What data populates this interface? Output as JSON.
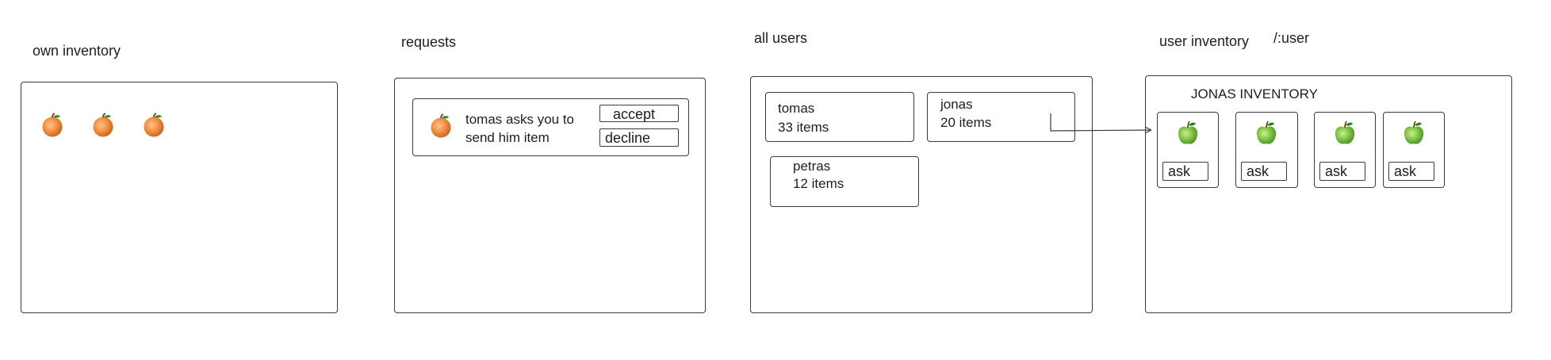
{
  "sections": {
    "own_inventory": {
      "label": "own inventory"
    },
    "requests": {
      "label": "requests",
      "request": {
        "line1": "tomas asks you to",
        "line2": "send him item",
        "accept": "accept",
        "decline": "decline",
        "item_icon": "orange-icon"
      }
    },
    "all_users": {
      "label": "all users",
      "users": [
        {
          "name": "tomas",
          "count": "33 items"
        },
        {
          "name": "jonas",
          "count": "20 items"
        },
        {
          "name": "petras",
          "count": "12 items"
        }
      ]
    },
    "user_inventory": {
      "label": "user inventory",
      "route": "/:user",
      "title": "JONAS INVENTORY",
      "ask_label": "ask",
      "item_icon": "green-apple-icon"
    }
  },
  "own_items": [
    "orange-icon",
    "orange-icon",
    "orange-icon"
  ],
  "colors": {
    "stroke": "#3a3a3a",
    "orange": "#e8873a",
    "apple_green": "#7cc242"
  }
}
